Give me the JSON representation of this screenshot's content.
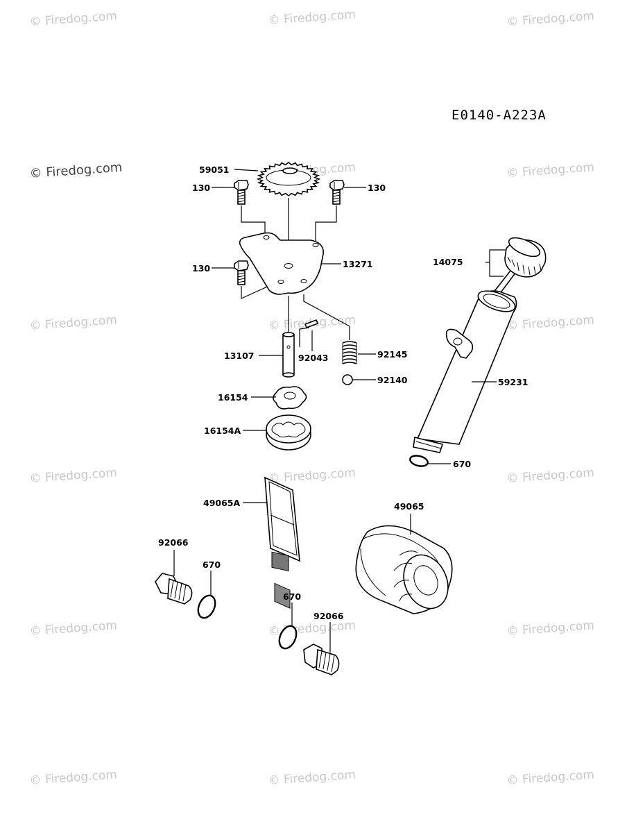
{
  "diagram_code": "E0140-A223A",
  "watermark_text": "© Firedog.com",
  "labels": {
    "gear": "59051",
    "bolt_left": "130",
    "bolt_right": "130",
    "bolt_mid": "130",
    "plate": "13271",
    "shaft": "13107",
    "pin": "92043",
    "spring": "92145",
    "ball": "92140",
    "inner_rotor": "16154",
    "outer_rotor": "16154A",
    "dipstick": "14075",
    "filler_tube": "59231",
    "oring_tube": "670",
    "screen": "49065A",
    "filter": "49065",
    "plug_left": "92066",
    "oring_left": "670",
    "oring_mid": "670",
    "plug_mid": "92066"
  }
}
